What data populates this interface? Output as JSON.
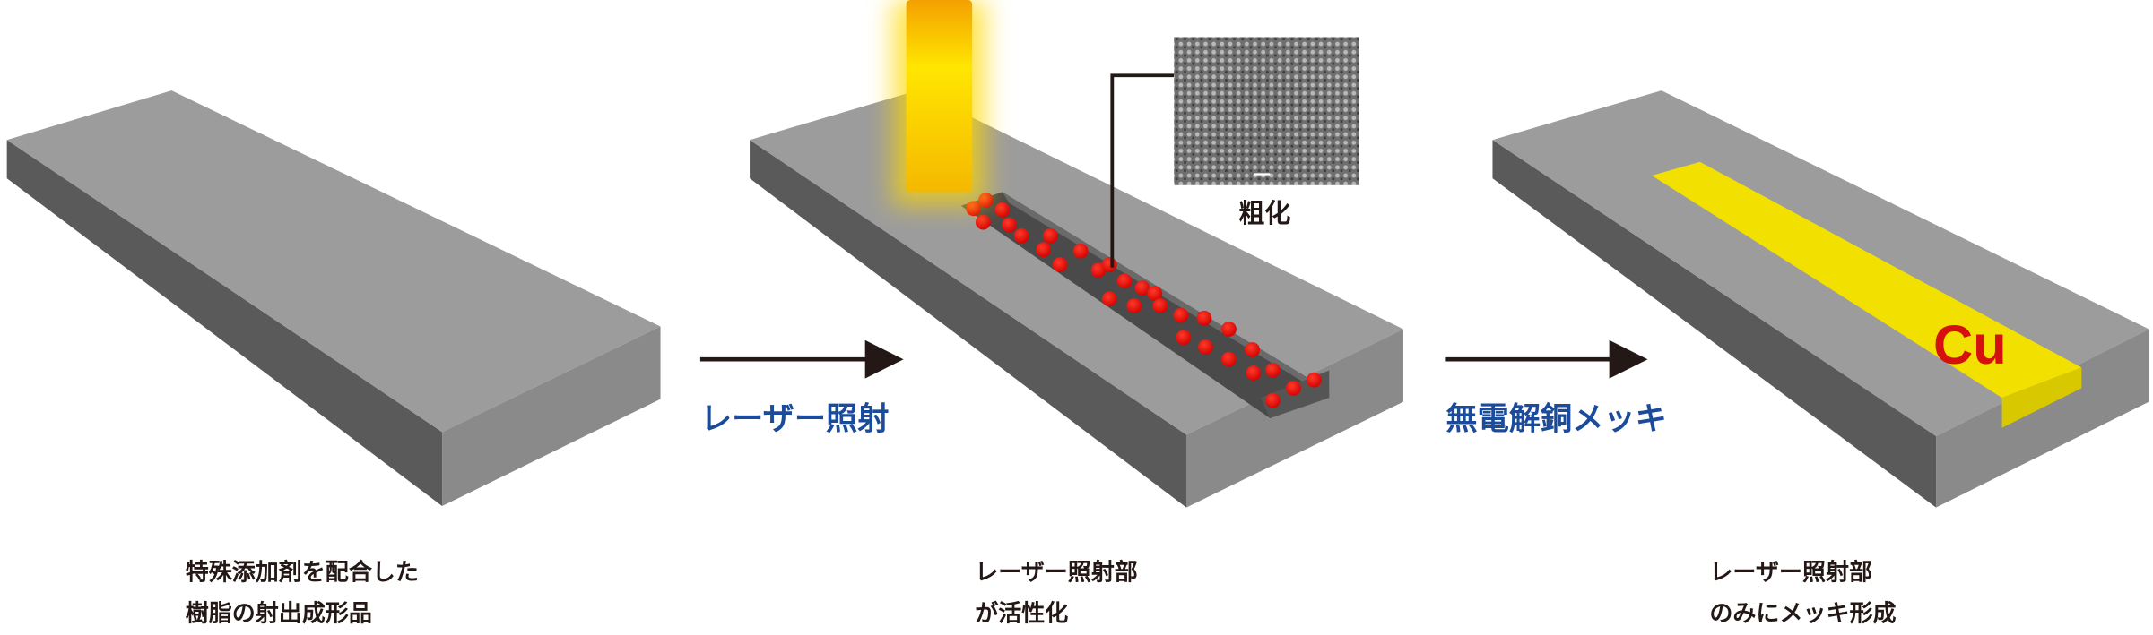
{
  "stage1": {
    "caption_line1": "特殊添加剤を配合した",
    "caption_line2": "樹脂の射出成形品"
  },
  "step1": {
    "label": "レーザー照射"
  },
  "stage2": {
    "caption_line1": "レーザー照射部",
    "caption_line2": "が活性化",
    "sem_label": "粗化"
  },
  "step2": {
    "label": "無電解銅メッキ"
  },
  "stage3": {
    "caption_line1": "レーザー照射部",
    "caption_line2": "のみにメッキ形成",
    "plating_label": "Cu"
  },
  "colors": {
    "top": "#9c9c9c",
    "side": "#5a5a5a",
    "front": "#8a8a8a",
    "accent_blue": "#1b4b9b",
    "copper_yellow": "#f2e000",
    "dot_red": "#e50000"
  }
}
